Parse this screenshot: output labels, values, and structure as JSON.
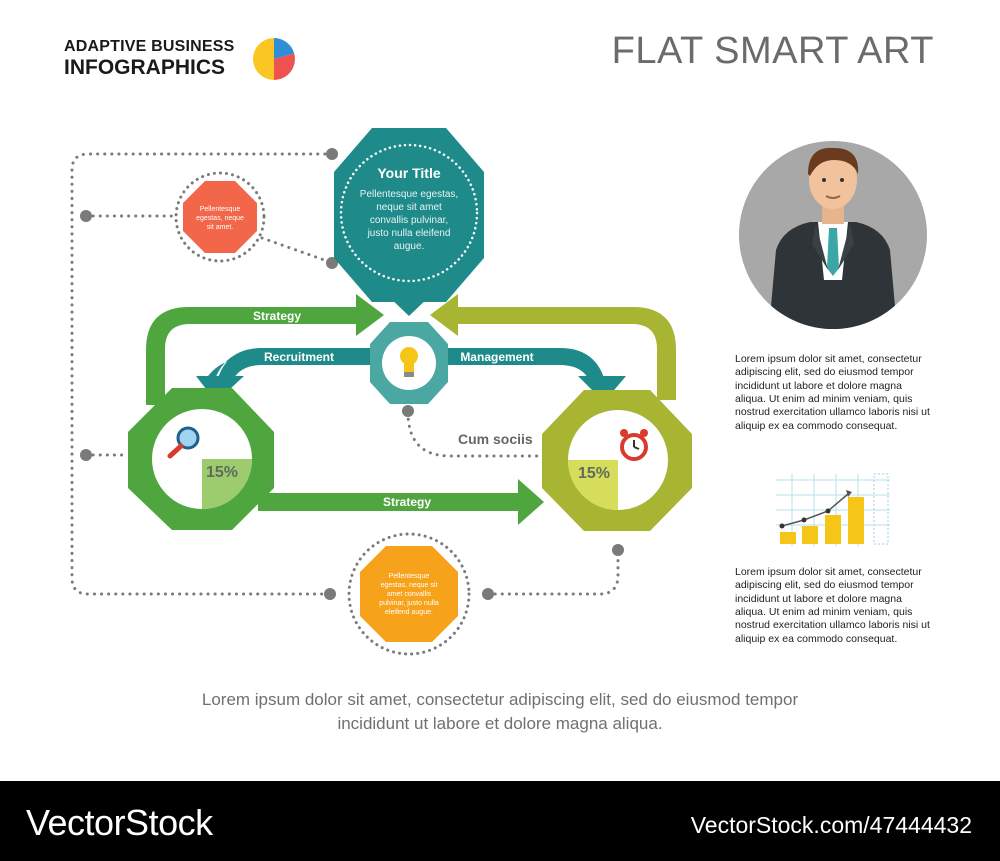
{
  "brand": {
    "line1": "ADAPTIVE BUSINESS",
    "line2": "INFOGRAPHICS"
  },
  "page_title": "FLAT SMART ART",
  "center_box": {
    "title": "Your Title",
    "lines": [
      "Pellentesque egestas,",
      "neque sit amet",
      "convallis pulvinar,",
      "justo nulla eleifend",
      "augue."
    ]
  },
  "top_left_note": {
    "lines": [
      "Pellentesque",
      "egestas, neque",
      "sit amet."
    ]
  },
  "bottom_note": {
    "lines": [
      "Pellentesque",
      "egestas, neque sit",
      "amet convallis",
      "pulvinar, justo nulla",
      "eleifend augue."
    ]
  },
  "arrows": {
    "strategy_top": "Strategy",
    "recruitment": "Recruitment",
    "management": "Management",
    "strategy_bottom": "Strategy"
  },
  "cum_sociis": "Cum sociis",
  "left_node": {
    "percent": "15%"
  },
  "right_node": {
    "percent": "15%"
  },
  "side_text_1": "Lorem ipsum dolor sit amet, consectetur adipiscing elit, sed do eiusmod tempor incididunt ut labore et dolore magna aliqua. Ut enim ad minim veniam, quis nostrud exercitation ullamco laboris nisi ut aliquip ex ea commodo consequat.",
  "side_text_2": "Lorem ipsum dolor sit amet, consectetur adipiscing elit, sed do eiusmod tempor incididunt ut labore et dolore magna aliqua. Ut enim ad minim veniam, quis nostrud exercitation ullamco laboris nisi ut aliquip ex ea commodo consequat.",
  "footer": {
    "line1": "Lorem ipsum dolor sit amet, consectetur adipiscing elit, sed do eiusmod tempor",
    "line2": "incididunt ut labore et dolore magna aliqua."
  },
  "watermark": {
    "left": "VectorStock",
    "right": "VectorStock.com/47444432"
  },
  "icons": [
    "pie-logo-icon",
    "lightbulb-icon",
    "magnifier-icon",
    "alarm-clock-icon",
    "businessman-avatar",
    "bar-chart-icon"
  ],
  "colors": {
    "teal": "#1f8a8a",
    "green": "#4fa63f",
    "olive": "#a7b533",
    "orange_red": "#f2674a",
    "orange": "#f7a21b",
    "dots": "#777777"
  }
}
